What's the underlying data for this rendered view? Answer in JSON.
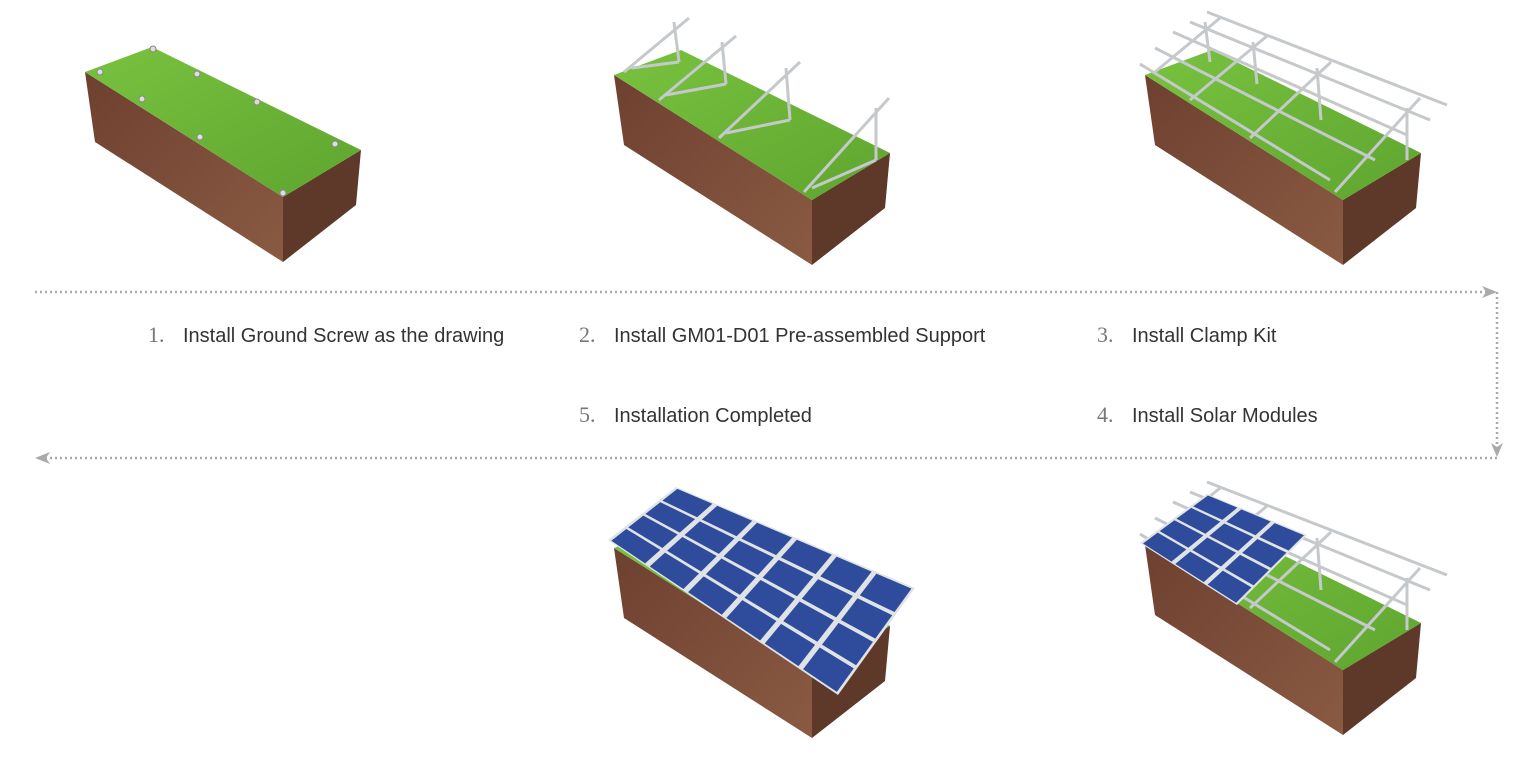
{
  "steps": [
    {
      "number": "1.",
      "label": "Install Ground Screw as the drawing"
    },
    {
      "number": "2.",
      "label": "Install GM01-D01 Pre-assembled Support"
    },
    {
      "number": "3.",
      "label": "Install Clamp Kit"
    },
    {
      "number": "4.",
      "label": "Install Solar Modules"
    },
    {
      "number": "5.",
      "label": "Installation Completed"
    }
  ],
  "colors": {
    "grass": "#6fb83a",
    "soil": "#7a4a35",
    "panel": "#2f4b9c",
    "frame": "#b8bcc0",
    "flow": "#aaaaaa"
  }
}
